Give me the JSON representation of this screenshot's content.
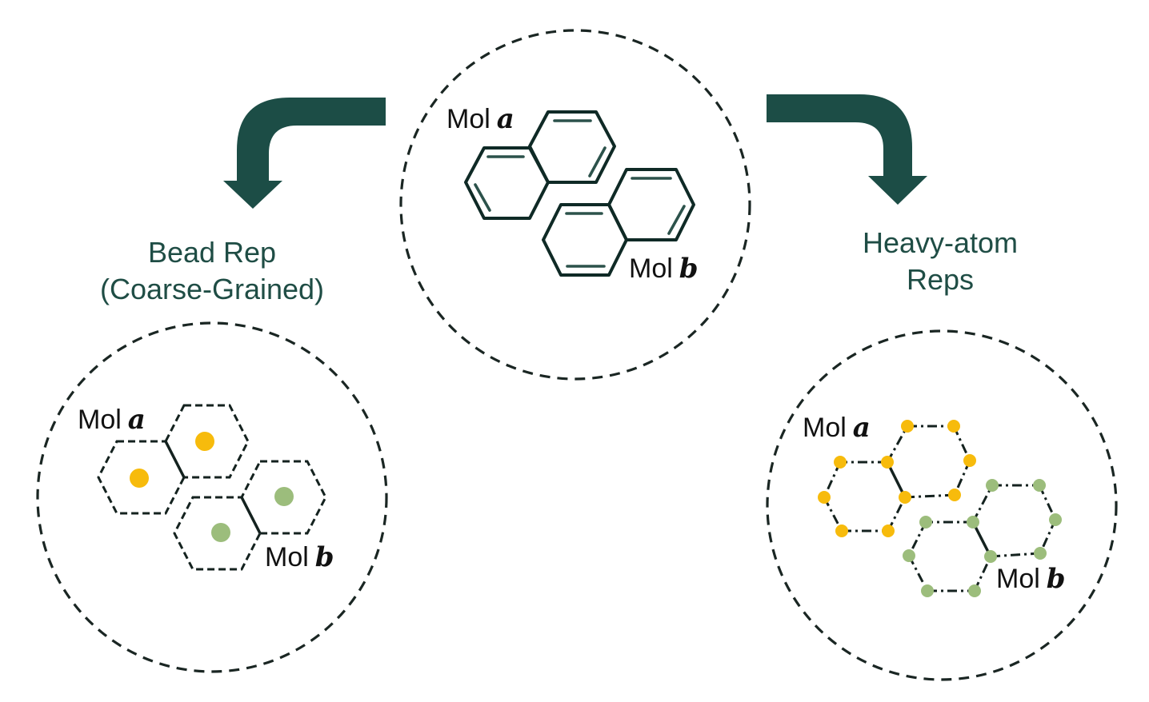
{
  "center": {
    "label_a_prefix": "Mol",
    "label_a_var": "a",
    "label_b_prefix": "Mol",
    "label_b_var": "b"
  },
  "left": {
    "title_line1": "Bead Rep",
    "title_line2": "(Coarse-Grained)",
    "label_a_prefix": "Mol",
    "label_a_var": "a",
    "label_b_prefix": "Mol",
    "label_b_var": "b"
  },
  "right": {
    "title_line1": "Heavy-atom",
    "title_line2": "Reps",
    "label_a_prefix": "Mol",
    "label_a_var": "a",
    "label_b_prefix": "Mol",
    "label_b_var": "b"
  },
  "colors": {
    "arrow": "#1c4d46",
    "title_text": "#1f4d45",
    "mol_a_atom": "#f7bb0c",
    "mol_b_atom": "#9cbd7c",
    "outline": "#1a2623"
  },
  "icons": [
    "curved-arrow-left-down",
    "curved-arrow-right-down",
    "naphthalene-structure"
  ]
}
